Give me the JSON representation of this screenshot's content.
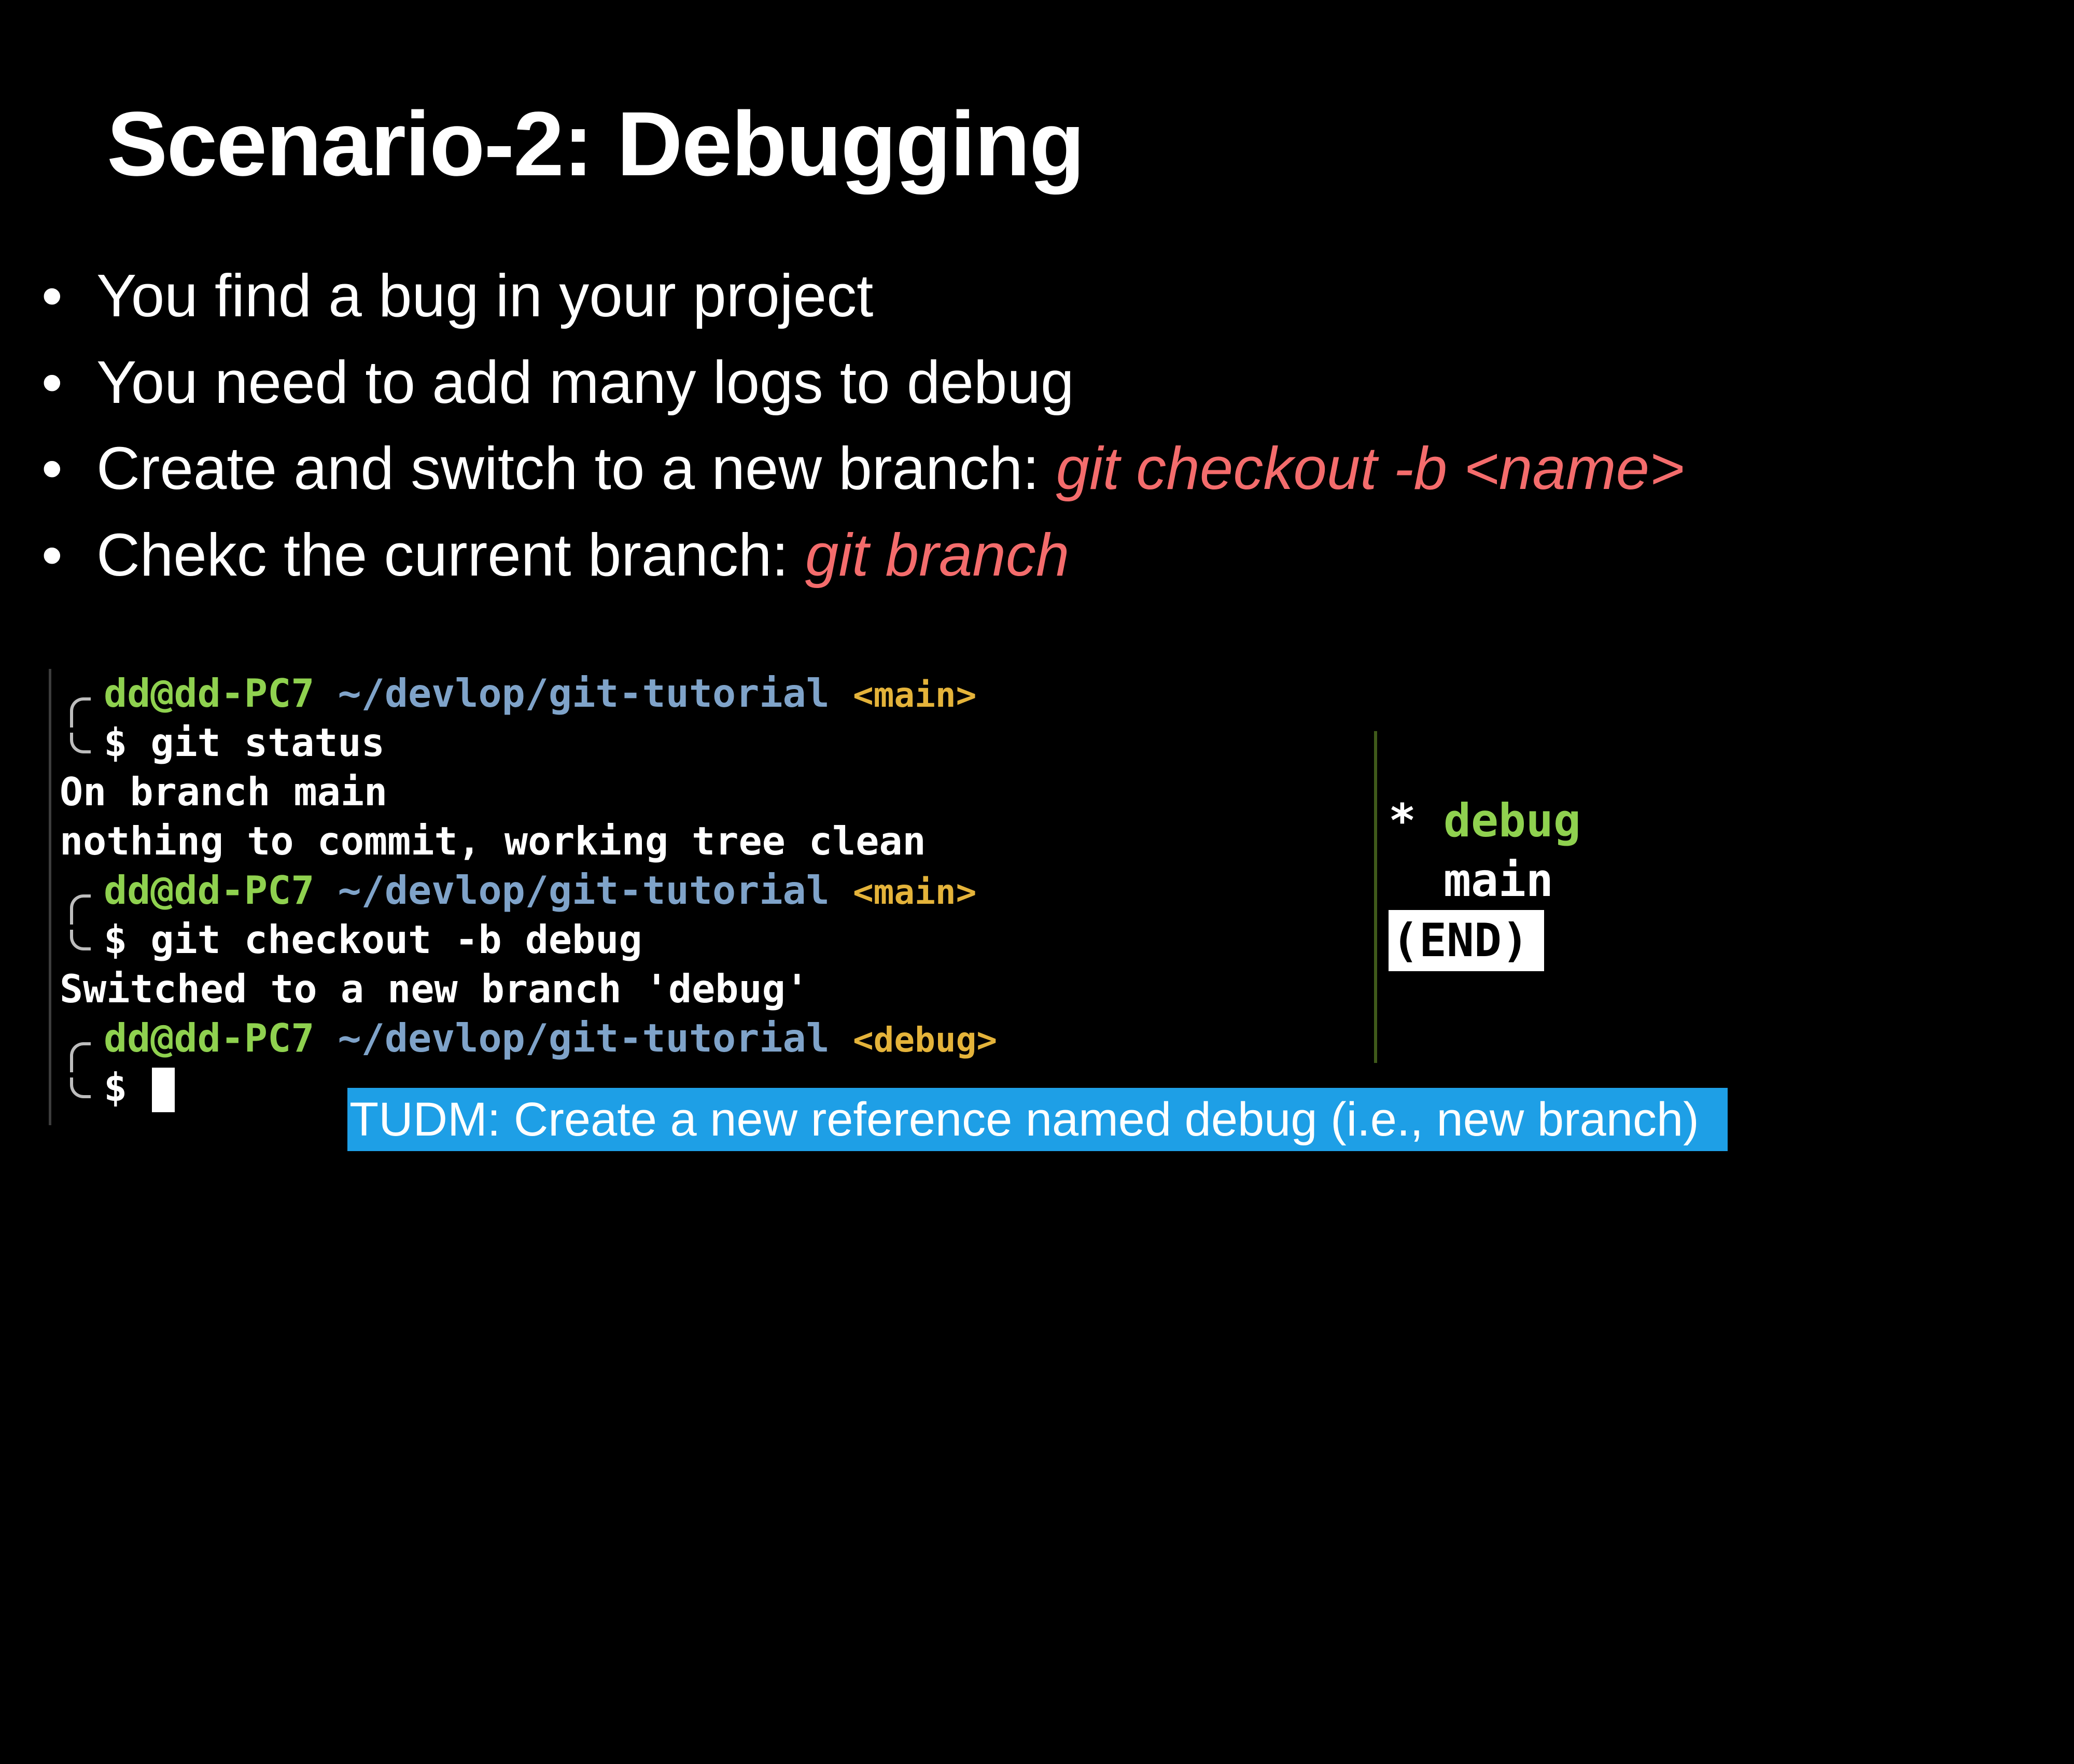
{
  "slide": {
    "title": "Scenario-2: Debugging",
    "bullet_marker": "•",
    "bullets": [
      {
        "text": "You find a bug in your project",
        "command": ""
      },
      {
        "text": "You need to add many logs to debug",
        "command": ""
      },
      {
        "text": "Create and switch to a new branch: ",
        "command": "git checkout -b <name>"
      },
      {
        "text": "Chekc the current branch: ",
        "command": "git branch"
      }
    ],
    "colors": {
      "background": "#000000",
      "text": "#ffffff",
      "command": "#f46c6c",
      "prompt_user": "#8fd14f",
      "prompt_path": "#7fa3c9",
      "prompt_branch": "#e4b33a",
      "caption_bg": "#1e9fe6"
    }
  },
  "terminal": {
    "prompt_user": "dd@dd-PC7",
    "prompt_path": "~/devlop/git-tutorial",
    "prompt_symbol": "$",
    "blocks": [
      {
        "branch": "<main>",
        "command": "git status",
        "output": [
          "On branch main",
          "nothing to commit, working tree clean"
        ]
      },
      {
        "branch": "<main>",
        "command": "git checkout -b debug",
        "output": [
          "Switched to a new branch 'debug'"
        ]
      },
      {
        "branch": "<debug>",
        "command": "",
        "output": []
      }
    ]
  },
  "branch_list": {
    "current_marker": "*",
    "current": "debug",
    "others": [
      "main"
    ],
    "end_label": "(END)"
  },
  "caption": "TUDM: Create a new reference named debug (i.e., new branch)"
}
